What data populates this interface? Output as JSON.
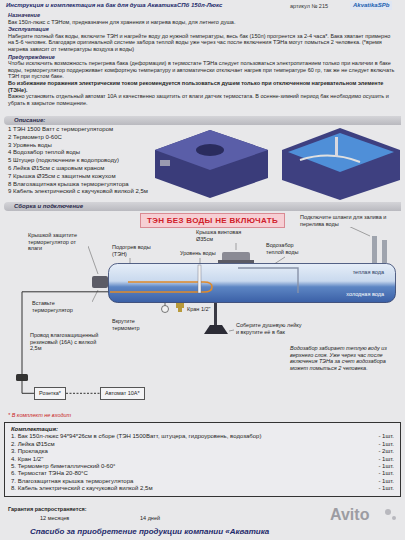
{
  "diagram": {
    "title": "Инструкция и комплектация на бак для душа АкватикаСПб 150л-Люкс",
    "nodes": [
      {
        "text": [
          "Описание:"
        ]
      },
      {
        "text": [
          "Сборка и подключение"
        ]
      },
      {
        "text": [
          "ТЭН БЕЗ ВОДЫ НЕ ВКЛЮЧАТЬ"
        ]
      },
      {
        "text": [
          "теплая вода",
          "холодная вода"
        ]
      },
      {
        "text": [
          "Розетка*"
        ]
      },
      {
        "text": [
          "Автомат 10А*"
        ]
      },
      {
        "text": [
          "Комплектация:",
          "1. Бак 150л-люкс 94*94*26см в сборе (ТЭН 1500Ватт, штуцера, гидроуровень, водозабор)",
          "2. Лейка Ø15см",
          "3. Прокладка",
          "4. Кран 1/2\"",
          "5. Термометр биметаллический 0-60°",
          "6. Термостат ТЭНа 20-80°С",
          "7. Влагозащитная крышка терморегулятора",
          "8. Кабель электрический с каучуковой вилкой 2,5м",
          "- 1шт.",
          "- 1шт.",
          "- 2шт.",
          "- 1шт.",
          "- 1шт.",
          "- 1шт.",
          "- 1шт.",
          "- 1шт."
        ]
      }
    ],
    "edges": [
      {
        "from": 3,
        "to": 4,
        "arrow": "none"
      },
      {
        "from": 4,
        "to": 5,
        "arrow": "none"
      }
    ],
    "labels": [
      "артикул № 215",
      "AkvatikaSPb",
      "Назначение",
      "Бак 150л-люкс с ТЭНом, предназначен для хранения и нагрева воды, для летнего душа.",
      "Эксплуатация",
      "Наберите полный бак воды, включите ТЭН и нагрейте воду до нужной температуры, весь бак (150л) прогреется за 2-4 часа*. Бака хватает примерно на 5-6 человек. Благодаря оригинальной системе забора теплой воды уже через час после включения ТЭНа могут помыться 2 человека. (*время нагрева зависит от температуры воздуха и воды)",
      "Предупреждение",
      "Чтобы исключить возможность перегрева бака (деформации) в термостате ТЭНа следует пользоваться электропитанием только при наличии в баке воды, терморегулятор поддерживает комфортную температуру и автоматически отключает нагрев при температуре 60 гр, так же не следует включать ТЭН при пустом баке.",
      "Во избежание поражения электрическим током рекомендуется пользоваться душем только при отключенном нагревательном элементе (ТЭНе).",
      "Важно установить отдельный автомат 10А и качественно защитить от влаги датчик термостата. В осенне-зимний период бак необходимо осушить и убрать в закрытое помещение.",
      "1 ТЭН 1500 Ватт с терморегулятором",
      "2 Термометр 0-60С",
      "3 Уровень воды",
      "4 Водозабор теплой воды",
      "5 Штуцер (подключение к водопроводу)",
      "6 Лейка Ø15см с шаровым краном",
      "7 Крышка Ø35см с защитным кожухом",
      "8 Влагозащитная крышка терморегулятора",
      "9 Кабель электрический с каучуковой вилкой 2,5м",
      "Крышка винтовая Ø35см",
      "Подключите шланги для залива и перелива воды",
      "Крышкой защитите терморегулятор от влаги",
      "Подогрев воды (ТЭН)",
      "Уровень воды",
      "Водозабор теплой воды",
      "Вставьте терморегулятор",
      "Кран 1/2\"",
      "Вкрутите термометр",
      "Провод влагозащищенный резиновый (16А) с вилкой 2,5м",
      "Соберите душевую лейку и вкрутите её в бак",
      "Водозабор забирает теплую воду из верхнего слоя. Уже через час после включения ТЭНа за счет водозабора может помыться 2 человека.",
      "* В комплект не входит",
      "Гарантия распространяется:",
      "12 месяцев",
      "14 дней",
      "Спасибо за приобретение продукции компании «Акватика",
      "Avito"
    ]
  }
}
